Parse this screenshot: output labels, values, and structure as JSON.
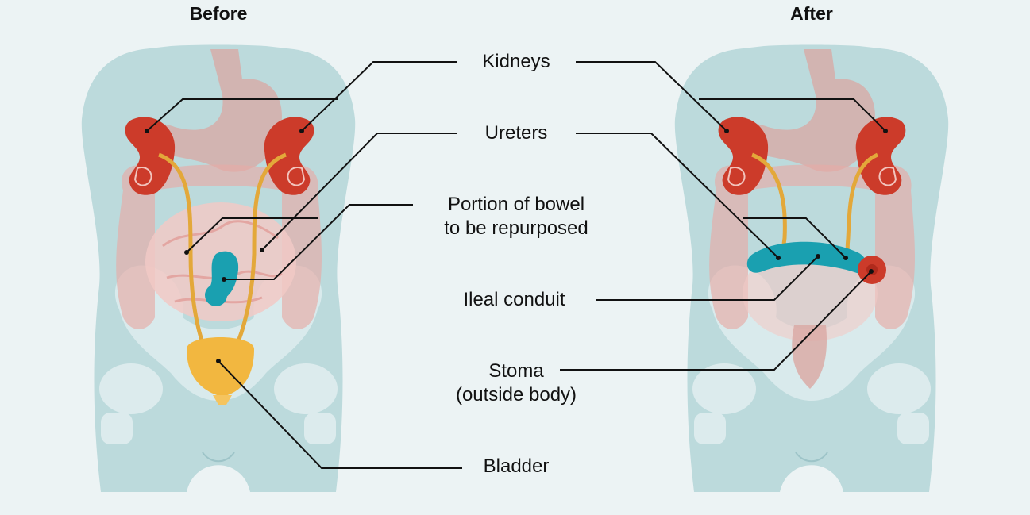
{
  "panels": {
    "before": {
      "title": "Before"
    },
    "after": {
      "title": "After"
    }
  },
  "labels": {
    "kidneys": "Kidneys",
    "ureters": "Ureters",
    "bowel_line1": "Portion of bowel",
    "bowel_line2": "to be repurposed",
    "ileal_conduit": "Ileal conduit",
    "stoma_line1": "Stoma",
    "stoma_line2": "(outside body)",
    "bladder": "Bladder"
  },
  "colors": {
    "background": "#ecf3f4",
    "body": "#bcdadc",
    "bone": "#dcebed",
    "organ_pink": "#e7aaa6",
    "kidney": "#cc3b2a",
    "ureter": "#e3a83a",
    "bladder": "#f2b740",
    "conduit": "#1aa0b0",
    "leader_line": "#111111"
  }
}
